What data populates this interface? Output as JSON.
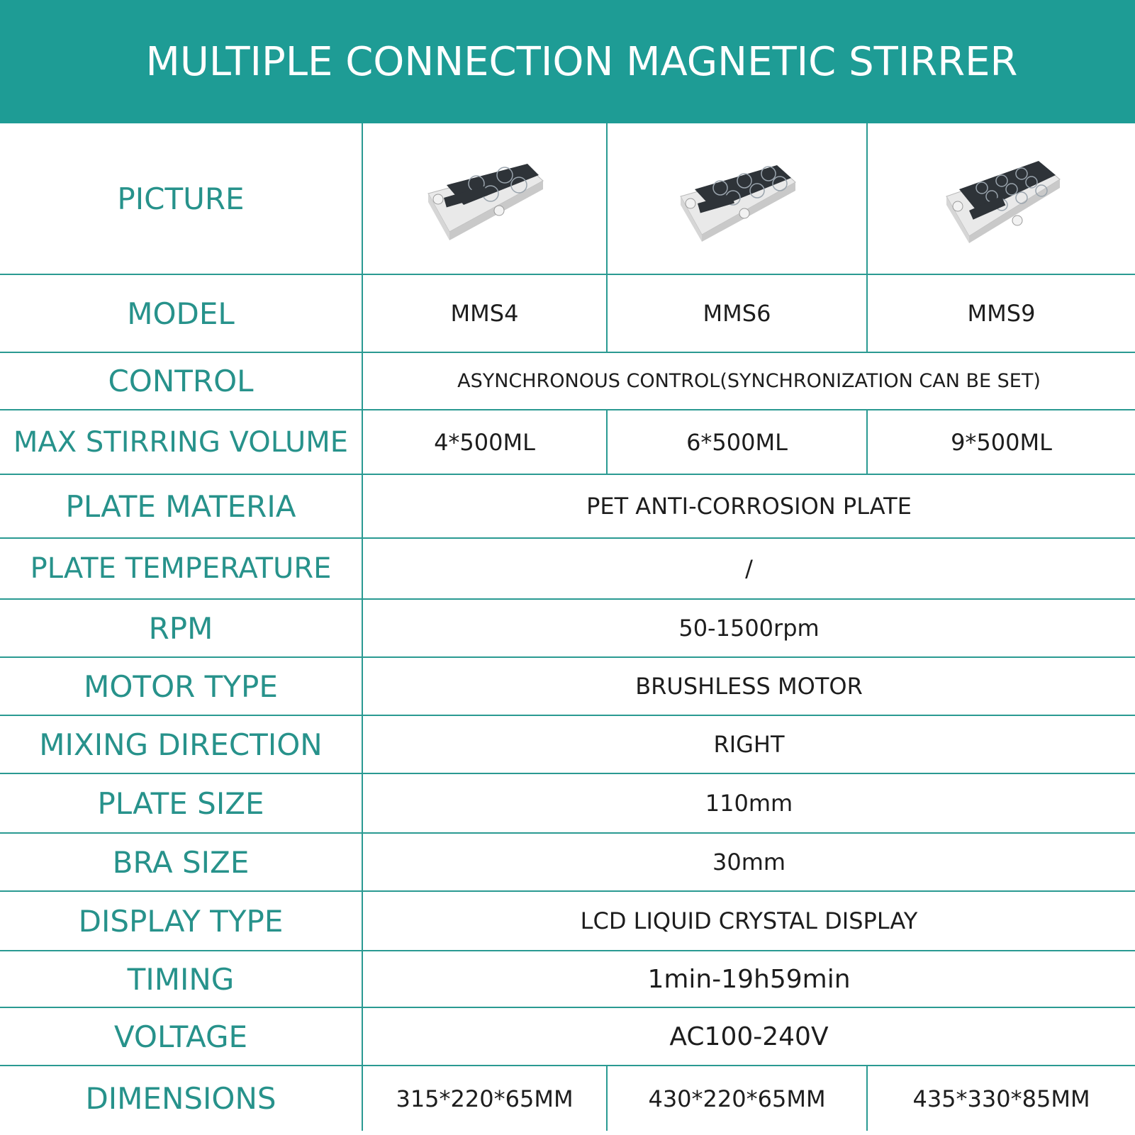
{
  "header": {
    "title": "MULTIPLE CONNECTION MAGNETIC STIRRER"
  },
  "rows": {
    "picture": {
      "label": "PICTURE",
      "products": [
        "magnetic-stirrer-4-positions",
        "magnetic-stirrer-6-positions",
        "magnetic-stirrer-9-positions"
      ]
    },
    "model": {
      "label": "MODEL",
      "values": [
        "MMS4",
        "MMS6",
        "MMS9"
      ]
    },
    "control": {
      "label": "CONTROL",
      "value": "ASYNCHRONOUS CONTROL(SYNCHRONIZATION CAN BE SET)"
    },
    "max_volume": {
      "label": "MAX STIRRING VOLUME",
      "values": [
        "4*500ML",
        "6*500ML",
        "9*500ML"
      ]
    },
    "plate_material": {
      "label": "PLATE MATERIA",
      "value": "PET ANTI-CORROSION PLATE"
    },
    "plate_temperature": {
      "label": "PLATE TEMPERATURE",
      "value": "/"
    },
    "rpm": {
      "label": "RPM",
      "value": "50-1500rpm"
    },
    "motor_type": {
      "label": "MOTOR TYPE",
      "value": "BRUSHLESS MOTOR"
    },
    "mixing_direction": {
      "label": "MIXING DIRECTION",
      "value": "RIGHT"
    },
    "plate_size": {
      "label": "PLATE SIZE",
      "value": "110mm"
    },
    "bra_size": {
      "label": "BRA SIZE",
      "value": "30mm"
    },
    "display_type": {
      "label": "DISPLAY TYPE",
      "value": "LCD LIQUID CRYSTAL DISPLAY"
    },
    "timing": {
      "label": "TIMING",
      "value": "1min-19h59min"
    },
    "voltage": {
      "label": "VOLTAGE",
      "value": "AC100-240V"
    },
    "dimensions": {
      "label": "DIMENSIONS",
      "values": [
        "315*220*65MM",
        "430*220*65MM",
        "435*330*85MM"
      ]
    }
  },
  "colors": {
    "accent": "#1e9c95",
    "label_text": "#27928b",
    "value_text": "#1d1d1d",
    "grid": "#2a9a92"
  }
}
